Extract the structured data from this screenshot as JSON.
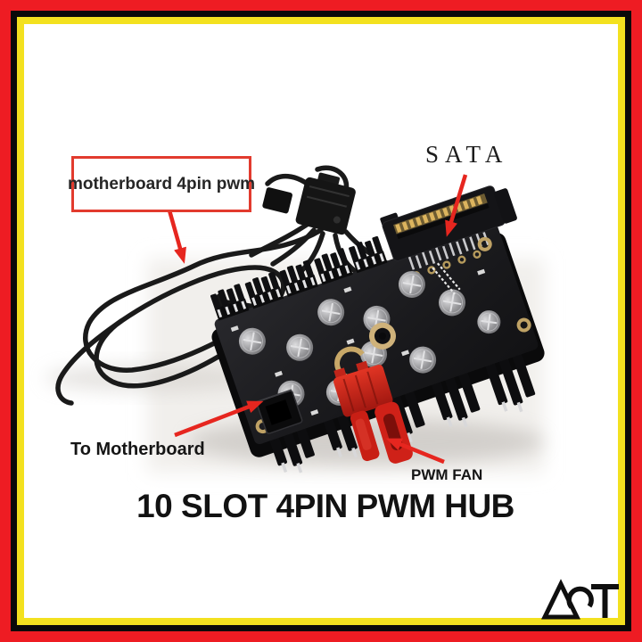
{
  "frame": {
    "outer_color": "#ee1c23",
    "black_band_color": "#0a0a0a",
    "yellow_band_color": "#f3e11f",
    "content_background": "#ffffff"
  },
  "callouts": {
    "motherboard_pwm": {
      "label": "motherboard 4pin pwm"
    },
    "sata": {
      "label": "SATA"
    },
    "to_motherboard": {
      "label": "To Motherboard"
    },
    "pwm_fan": {
      "label": "PWM FAN"
    }
  },
  "title": {
    "text": "10 SLOT 4PIN PWM HUB"
  },
  "brand": {
    "label": "ACT"
  },
  "palette": {
    "arrow_red": "#e6261f",
    "label_box_border_red": "#e23b2e",
    "pcb_black": "#1a1a1d",
    "connector_red": "#cf2118",
    "sata_pin_gold": "#d8b45e",
    "pin_silver": "#d9d9db",
    "capacitor_silver": "#a9a9ac",
    "text_black": "#1c1c1c"
  }
}
